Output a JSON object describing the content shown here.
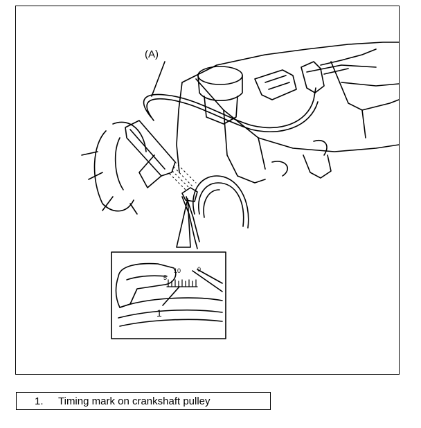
{
  "figure": {
    "callout_A": "(A)",
    "callout_1": "1",
    "scale_label_10": "10",
    "scale_label_0": "0",
    "scale_label_5": "5"
  },
  "caption": {
    "number": "1.",
    "text": "Timing mark on crankshaft pulley"
  }
}
